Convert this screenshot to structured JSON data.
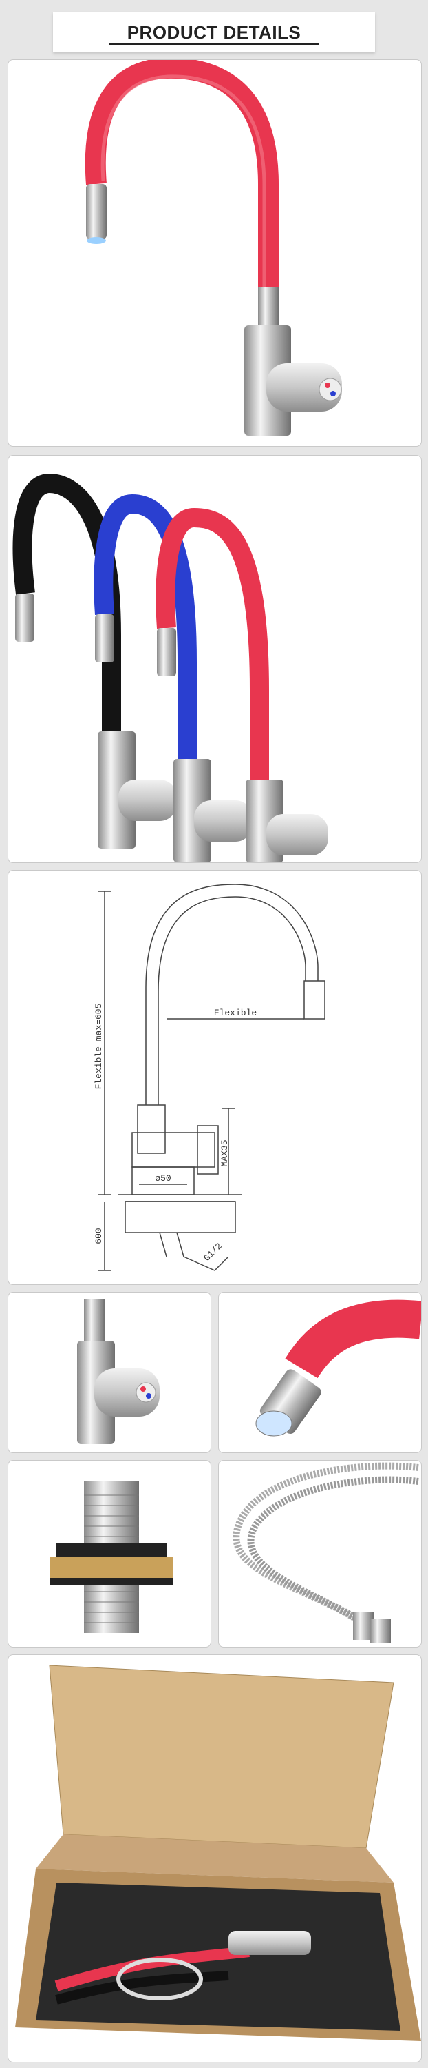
{
  "header": {
    "title": "PRODUCT DETAILS"
  },
  "drawing": {
    "height_label": "Flexible  max=605",
    "flex_label": "Flexible",
    "dia_label": "ø50",
    "max_label": "MAX35",
    "depth_label": "600",
    "thread_label": "G1/2"
  },
  "colors": {
    "red": "#e8364f",
    "blue": "#2a3fd0",
    "black": "#141414",
    "chrome": "#d8d8d8",
    "box": "#c9a57a"
  },
  "icons": [
    "faucet-red-image",
    "faucet-three-colors-image",
    "technical-drawing",
    "faucet-body-closeup",
    "spout-closeup",
    "mounting-bolt-image",
    "braided-hoses-image",
    "packaging-box-image"
  ]
}
